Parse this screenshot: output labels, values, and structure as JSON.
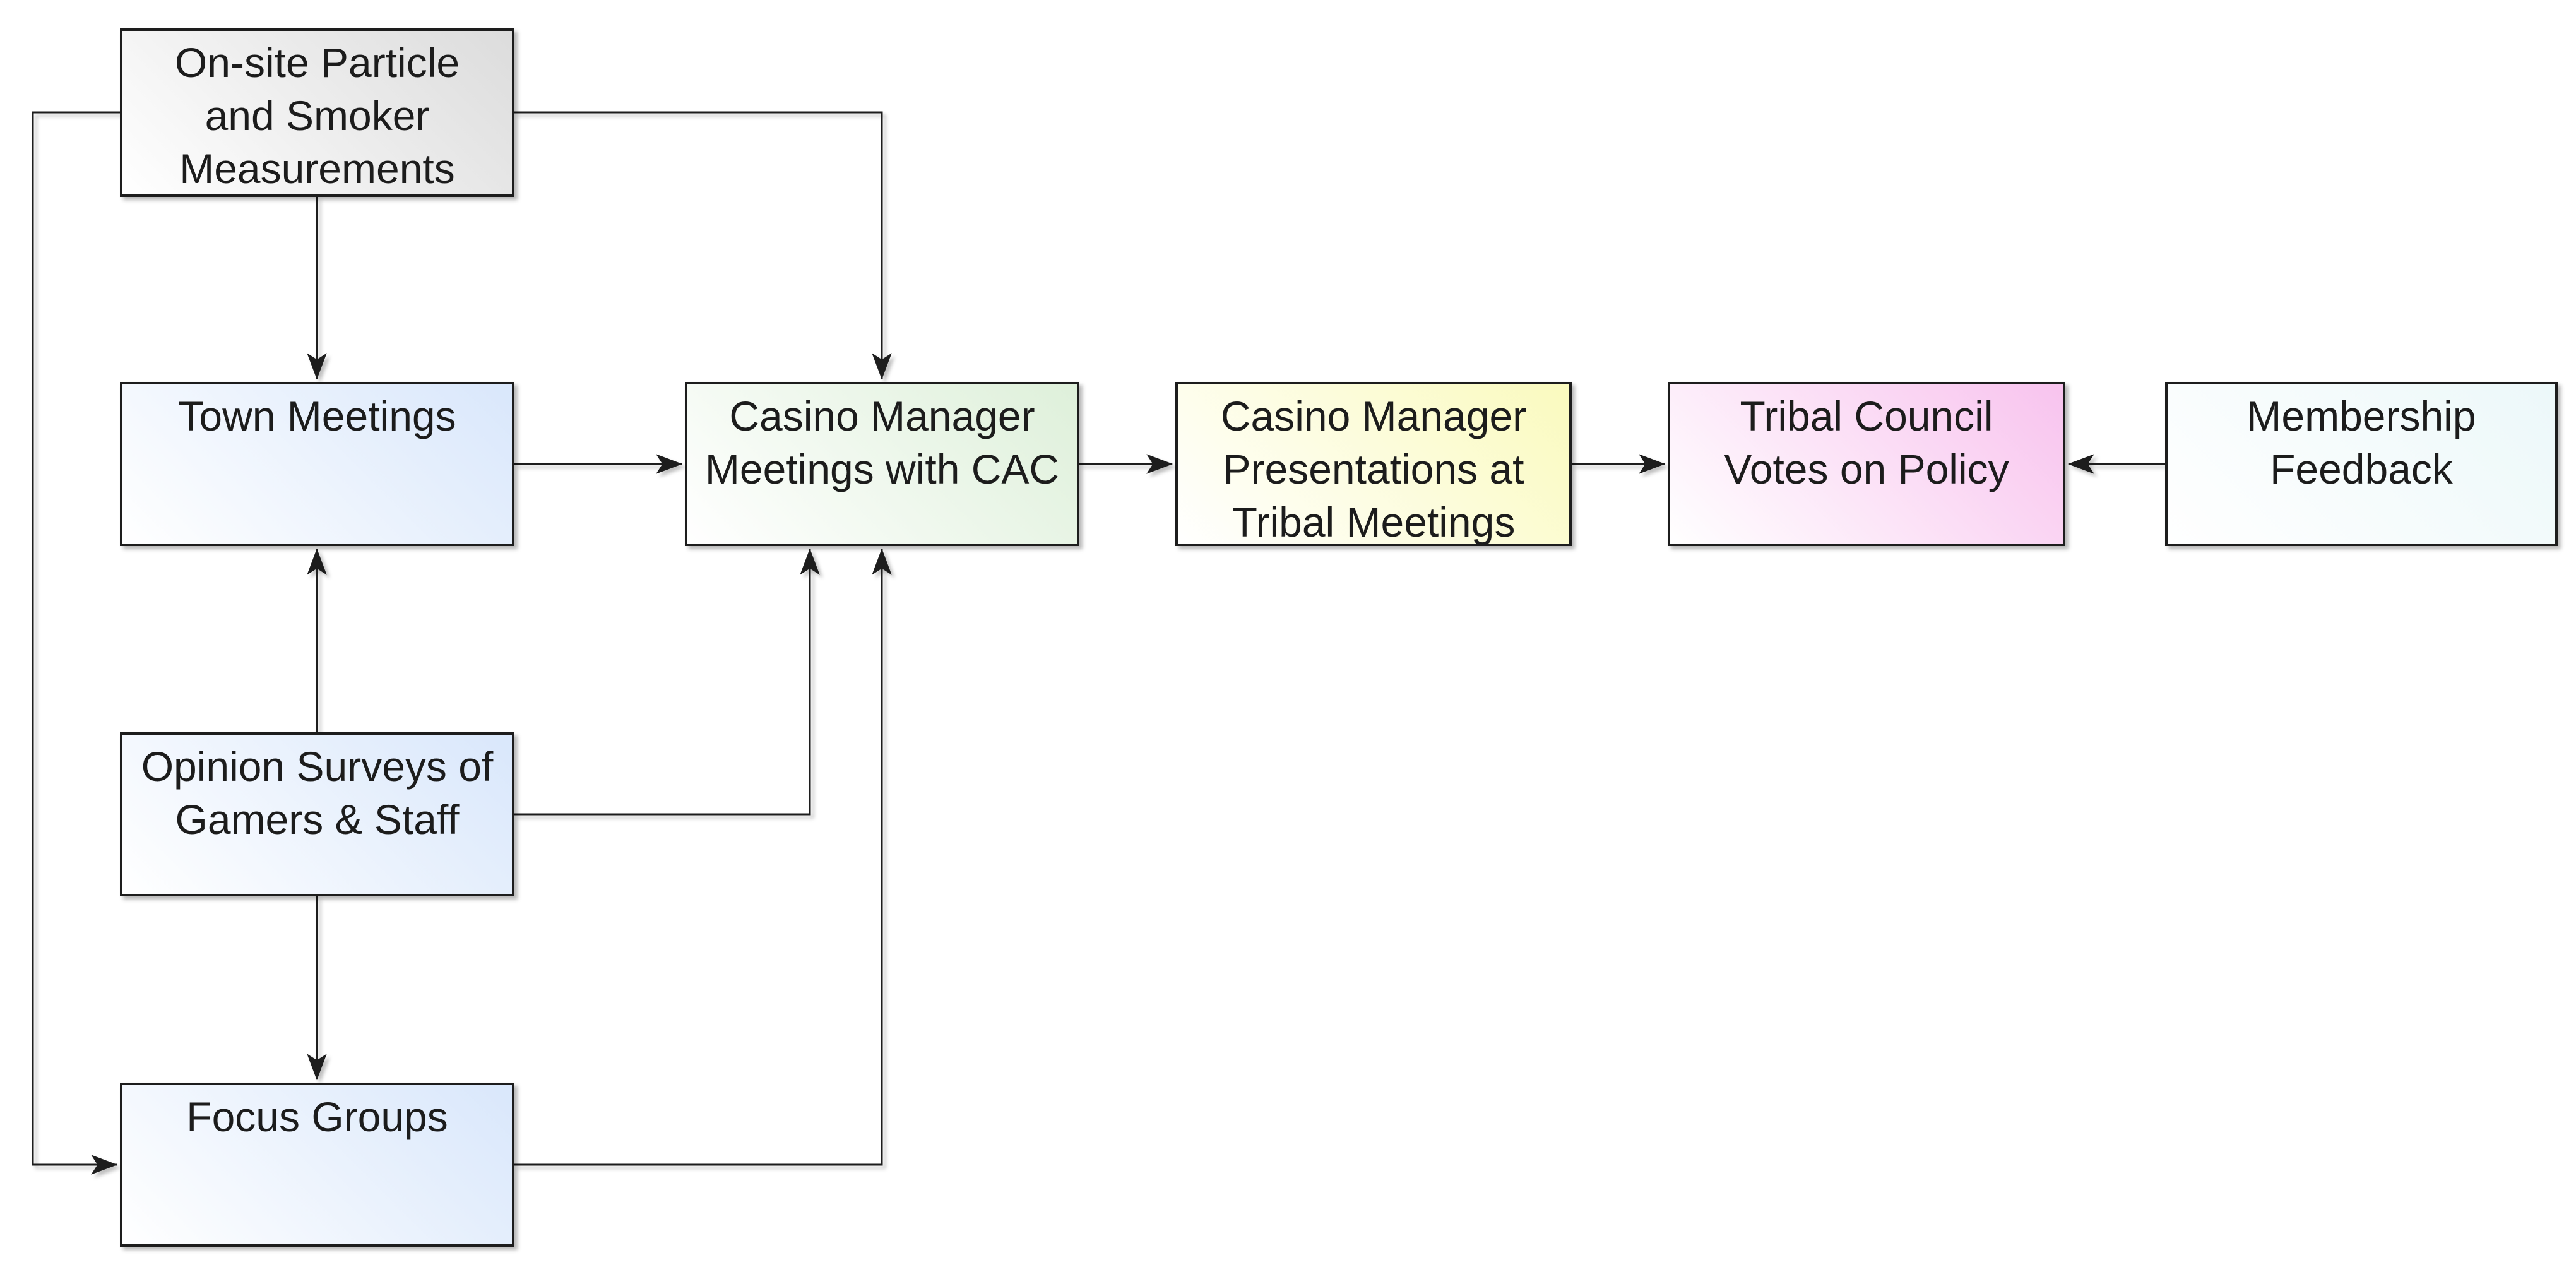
{
  "diagram": {
    "title": "Casino smoking-policy feedback flowchart",
    "background_color": "#ffffff",
    "line_color": "#1d1d1d",
    "text_color": "#1c1c1c",
    "gradient_base": "#ffffff",
    "nodes": [
      {
        "id": "onsite",
        "label": "On-site Particle\nand Smoker\nMeasurements",
        "fill": "#dcdcdc"
      },
      {
        "id": "town",
        "label": "Town Meetings",
        "fill": "#d9e7fb"
      },
      {
        "id": "cac",
        "label": "Casino Manager\nMeetings with CAC",
        "fill": "#def0da"
      },
      {
        "id": "presentations",
        "label": "Casino Manager\nPresentations at\nTribal Meetings",
        "fill": "#fafabe"
      },
      {
        "id": "council",
        "label": "Tribal Council\nVotes on Policy",
        "fill": "#f8c3ee"
      },
      {
        "id": "membership",
        "label": "Membership\nFeedback",
        "fill": "#ecf8f9"
      },
      {
        "id": "surveys",
        "label": "Opinion Surveys of\nGamers & Staff",
        "fill": "#d9e7fb"
      },
      {
        "id": "focus",
        "label": "Focus Groups",
        "fill": "#d9e7fb"
      }
    ],
    "edges": [
      {
        "from": "onsite",
        "to": "town"
      },
      {
        "from": "onsite",
        "to": "cac"
      },
      {
        "from": "onsite",
        "to": "focus"
      },
      {
        "from": "town",
        "to": "cac"
      },
      {
        "from": "surveys",
        "to": "town"
      },
      {
        "from": "surveys",
        "to": "focus"
      },
      {
        "from": "surveys",
        "to": "cac"
      },
      {
        "from": "focus",
        "to": "cac"
      },
      {
        "from": "cac",
        "to": "presentations"
      },
      {
        "from": "presentations",
        "to": "council"
      },
      {
        "from": "membership",
        "to": "council"
      }
    ]
  }
}
